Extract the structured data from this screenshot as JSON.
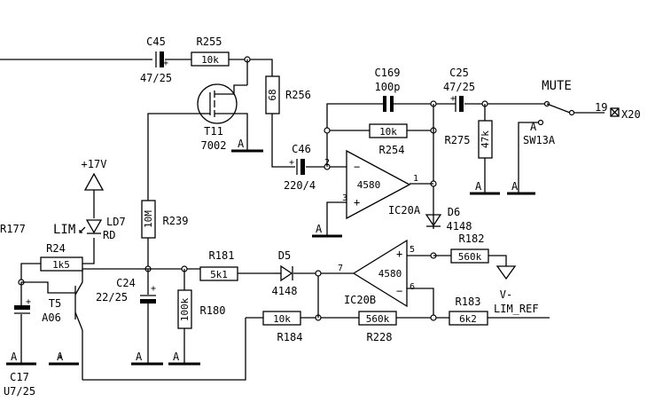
{
  "capacitors": {
    "c45": {
      "ref": "C45",
      "value": "47/25"
    },
    "c169": {
      "ref": "C169",
      "value": "100p"
    },
    "c25": {
      "ref": "C25",
      "value": "47/25"
    },
    "c46": {
      "ref": "C46",
      "value": "220/4"
    },
    "c24": {
      "ref": "C24",
      "value": "22/25"
    },
    "c17": {
      "ref": "C17",
      "value": "U7/25"
    }
  },
  "resistors": {
    "r255": {
      "ref": "R255",
      "value": "10k"
    },
    "r256": {
      "ref": "R256",
      "value": "68"
    },
    "r254": {
      "ref": "R254",
      "value": "10k"
    },
    "r275": {
      "ref": "R275",
      "value": "47k"
    },
    "r239": {
      "ref": "R239",
      "value": "10M"
    },
    "r181": {
      "ref": "R181",
      "value": "5k1"
    },
    "r180": {
      "ref": "R180",
      "value": "100k"
    },
    "r182": {
      "ref": "R182",
      "value": "560k"
    },
    "r183": {
      "ref": "R183",
      "value": "6k2"
    },
    "r184": {
      "ref": "R184",
      "value": "10k"
    },
    "r228": {
      "ref": "R228",
      "value": "560k"
    },
    "r24": {
      "ref": "R24",
      "value": "1k5"
    },
    "r177": {
      "ref": "R177"
    }
  },
  "semis": {
    "t11": {
      "ref": "T11",
      "value": "7002"
    },
    "t5": {
      "ref": "T5",
      "value": "A06"
    },
    "ld7": {
      "ref": "LD7",
      "value": "RD"
    },
    "d5": {
      "ref": "D5",
      "value": "4148"
    },
    "d6": {
      "ref": "D6",
      "value": "4148"
    }
  },
  "opamps": {
    "ic20a": {
      "ref": "IC20A",
      "part": "4580",
      "pin_minus": "2",
      "pin_plus": "3",
      "pin_out": "1"
    },
    "ic20b": {
      "ref": "IC20B",
      "part": "4580",
      "pin_plus": "5",
      "pin_minus": "6",
      "pin_out": "7"
    }
  },
  "labels": {
    "mute": "MUTE",
    "lim": "LIM",
    "supply": "+17V",
    "vminus": "V-",
    "lim_ref": "LIM_REF",
    "switch": "SW13A",
    "connector": "X20",
    "connector_pin": "19",
    "ground": "A"
  }
}
